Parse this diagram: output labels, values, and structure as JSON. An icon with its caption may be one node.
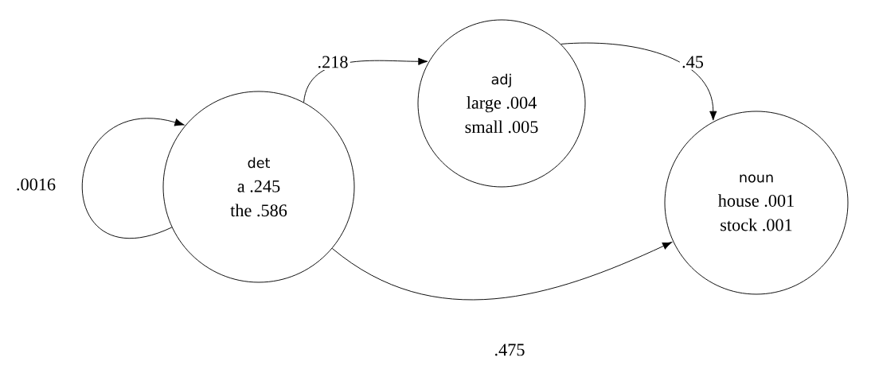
{
  "diagram": {
    "nodes": [
      {
        "text": [
          "det",
          "a .245",
          "the .586"
        ]
      },
      {
        "text": [
          "adj",
          "large .004",
          "small .005"
        ]
      },
      {
        "text": [
          "noun",
          "house .001",
          "stock .001"
        ]
      }
    ],
    "edges": [
      {
        "from": 0,
        "to": 0,
        "arrow": "to",
        "label": ".0016"
      },
      {
        "from": 0,
        "to": 1,
        "arrow": "to",
        "label": ".218"
      },
      {
        "from": 1,
        "to": 2,
        "arrow": "to",
        "label": ".45"
      },
      {
        "from": 0,
        "to": 2,
        "arrow": "to",
        "label": ".475"
      }
    ]
  }
}
